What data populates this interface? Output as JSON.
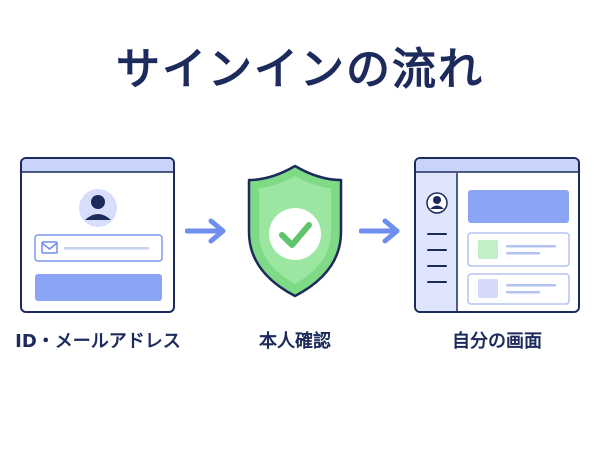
{
  "title": "サインインの流れ",
  "steps": [
    {
      "label": "ID・メールアドレス",
      "icon": "login-form-icon"
    },
    {
      "label": "本人確認",
      "icon": "shield-check-icon"
    },
    {
      "label": "自分の画面",
      "icon": "dashboard-icon"
    }
  ],
  "colors": {
    "navy": "#1c2a5c",
    "accent_blue": "#6f8ef0",
    "light_blue": "#dbe3ff",
    "green": "#6fd07a",
    "light_green": "#c9efcb",
    "lavender": "#eceffd"
  }
}
